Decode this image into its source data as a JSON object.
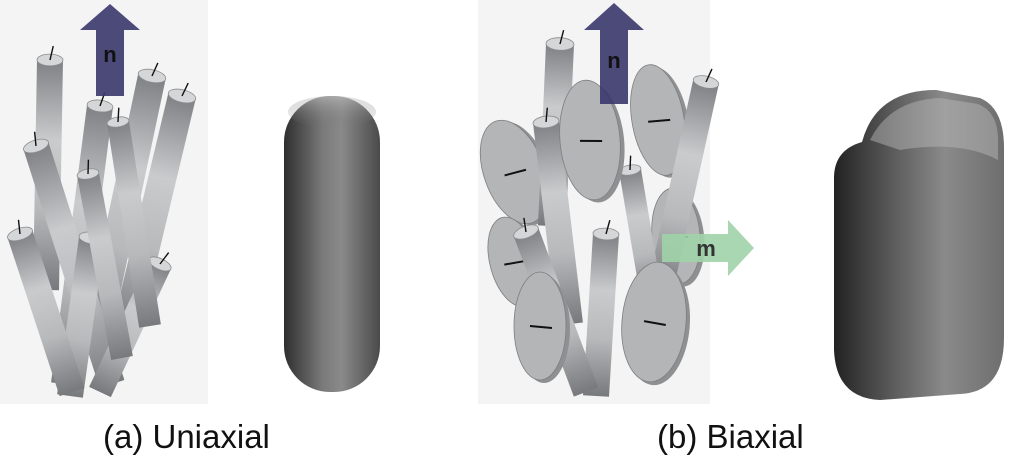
{
  "panels": [
    {
      "caption": "(a) Uniaxial",
      "director_label": "n"
    },
    {
      "caption": "(b) Biaxial",
      "director_label": "n",
      "secondary_label": "m"
    }
  ],
  "colors": {
    "rod_light": "#c4c6c8",
    "rod_dark": "#7e8083",
    "disc_fill": "#aeb0b2",
    "n_arrow": "#3d3b6e",
    "m_arrow": "#9fd3a9",
    "background_panel": "#f3f3f3",
    "ellipsoid_dark": "#3a3a3a",
    "ellipsoid_light": "#8c8c8c"
  }
}
